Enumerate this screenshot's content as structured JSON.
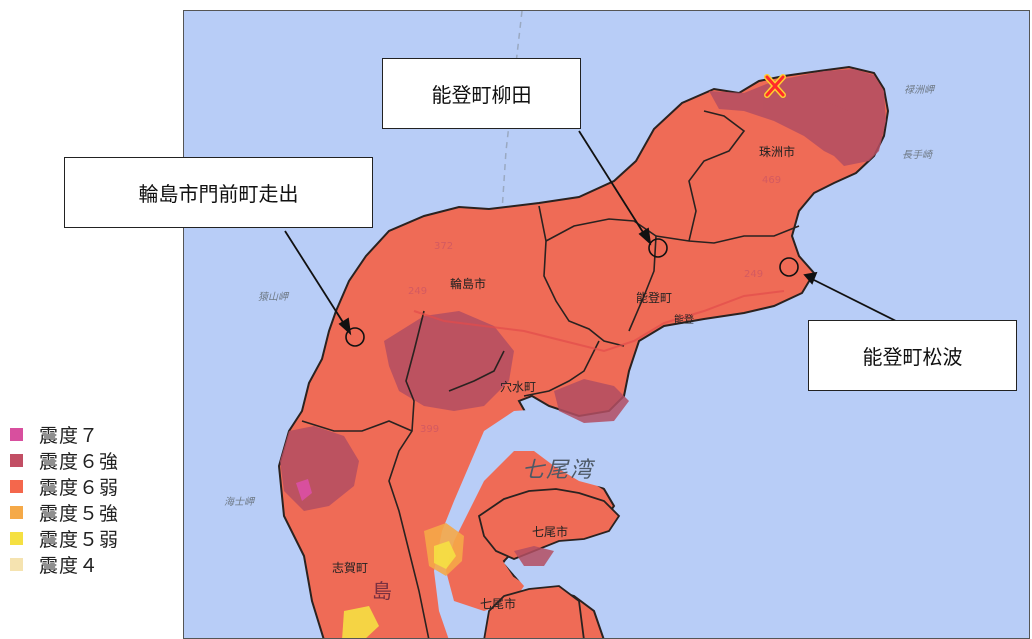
{
  "callouts": [
    {
      "name": "callout-monzen",
      "text": "輪島市門前町走出"
    },
    {
      "name": "callout-yanagida",
      "text": "能登町柳田"
    },
    {
      "name": "callout-matsunami",
      "text": "能登町松波"
    }
  ],
  "map_labels": {
    "wajima": "輪島市",
    "noto": "能登町",
    "anamizu": "穴水町",
    "suzu": "珠洲市",
    "nanao1": "七尾市",
    "nanao2": "七尾市",
    "shika": "志賀町",
    "bay": "七尾湾",
    "cape_saruyama": "猿山岬",
    "cape_suzu": "禄洲岬",
    "cape_nagate": "長手崎",
    "cape_kaishi": "海士岬",
    "shima": "島",
    "noto_small": "能登",
    "road_249a": "249",
    "road_249b": "249",
    "road_469": "469",
    "road_372": "372",
    "road_399": "399"
  },
  "legend": {
    "items": [
      {
        "label": "震度７",
        "color": "#d84f9e"
      },
      {
        "label": "震度６強",
        "color": "#c24e64"
      },
      {
        "label": "震度６弱",
        "color": "#f4674c"
      },
      {
        "label": "震度５強",
        "color": "#f5a948"
      },
      {
        "label": "震度５弱",
        "color": "#f5e042"
      },
      {
        "label": "震度４",
        "color": "#f5e3b0"
      }
    ]
  },
  "colors": {
    "sea": "#b8cdf7",
    "intensity_6_lower": "#ef6b56",
    "intensity_6_upper": "#b34e62",
    "epicenter_marker": "#ff2a2a"
  }
}
